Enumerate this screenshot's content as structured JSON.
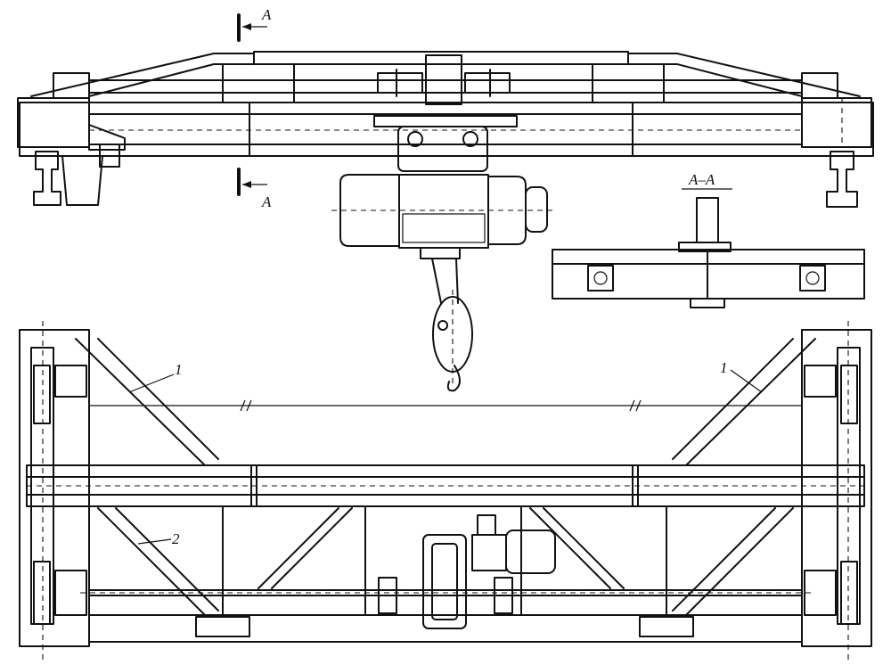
{
  "labels": {
    "section_top": "A",
    "section_bottom": "A",
    "section_view": "A–A",
    "callout_1_left": "1",
    "callout_1_right": "1",
    "callout_2": "2"
  }
}
